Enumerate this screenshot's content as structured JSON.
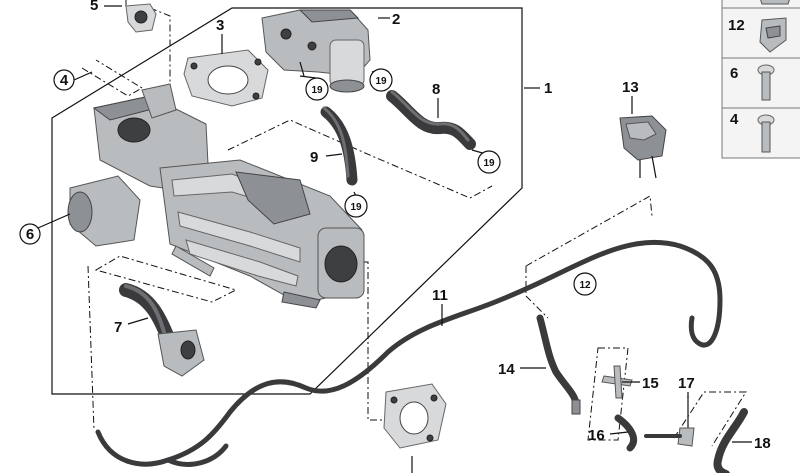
{
  "callouts": {
    "c1": "1",
    "c2": "2",
    "c3": "3",
    "c4": "4",
    "c5": "5",
    "c6": "6",
    "c7": "7",
    "c8": "8",
    "c9": "9",
    "c11": "11",
    "c12": "12",
    "c13": "13",
    "c14": "14",
    "c15": "15",
    "c16": "16",
    "c17": "17",
    "c18": "18",
    "c19a": "19",
    "c19b": "19",
    "c19c": "19",
    "c19d": "19"
  },
  "side_panel": {
    "row1": "12",
    "row2": "6",
    "row3": "4"
  },
  "colors": {
    "line": "#111111",
    "metal": "#b9bcbf",
    "hose": "#3a3a3c",
    "panel_bg": "#f4f4f4"
  }
}
